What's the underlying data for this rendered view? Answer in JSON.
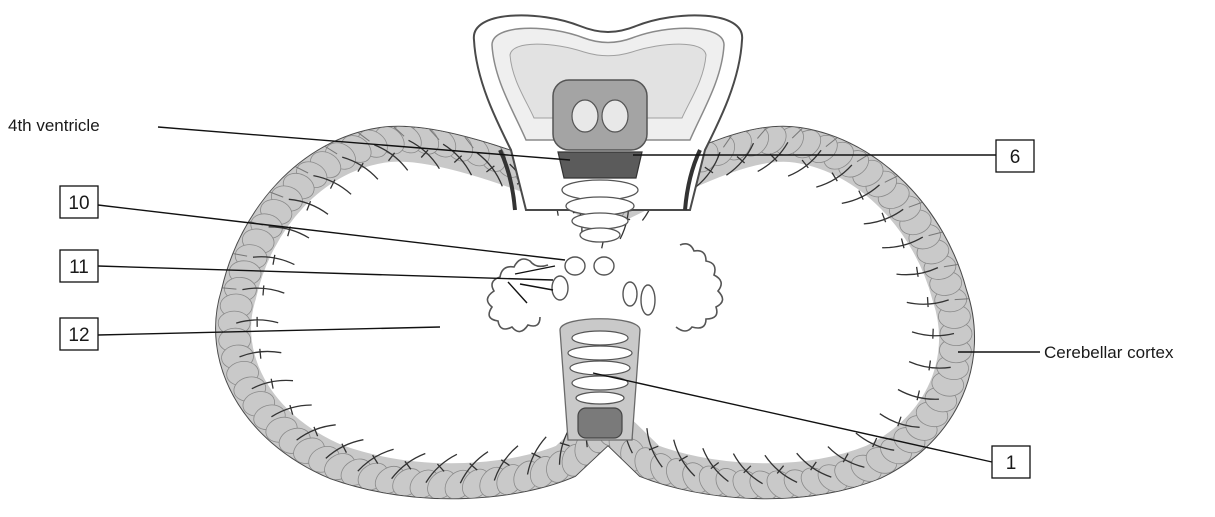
{
  "labels": {
    "fourth_ventricle": "4th ventricle",
    "cerebellar_cortex": "Cerebellar cortex"
  },
  "boxes": {
    "b6": "6",
    "b10": "10",
    "b11": "11",
    "b12": "12",
    "b1": "1"
  },
  "colors": {
    "cortex_gray": "#c9c9c9",
    "white_matter": "#ffffff",
    "outline": "#4a4a4a",
    "ventricle_dark": "#5b5b5b",
    "brainstem_gray": "#9a9a9a"
  }
}
